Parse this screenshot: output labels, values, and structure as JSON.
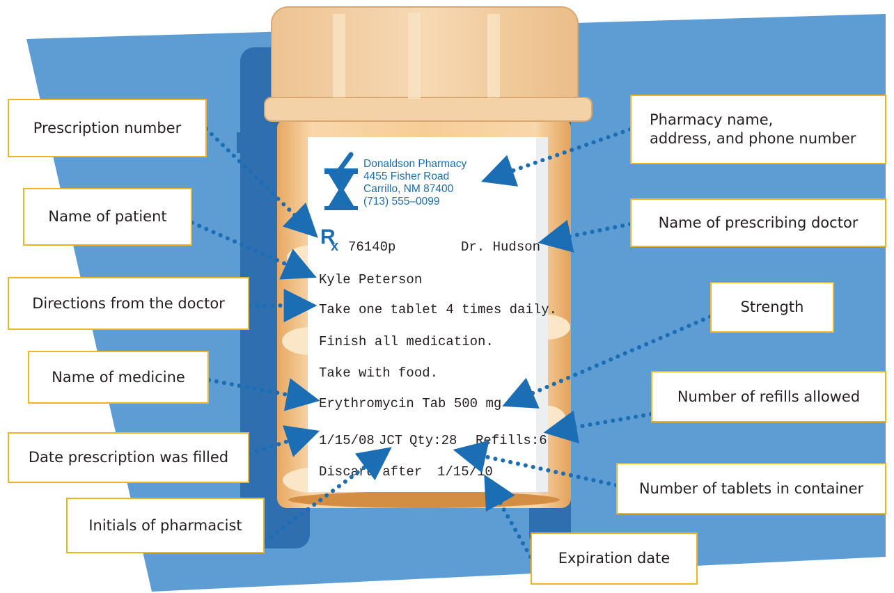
{
  "colors": {
    "background_panel": "#5d9dd4",
    "callout_border": "#f0b323",
    "pharmacy_text": "#1b6db4",
    "leader_dots": "#1b6db4",
    "bottle_cap": "#f3c99a",
    "bottle_body": "#f5c98e"
  },
  "pharmacy": {
    "logo_icon": "mortar-and-pestle-icon",
    "name": "Donaldson Pharmacy",
    "address": "4455 Fisher Road",
    "city": "Carrillo, NM 87400",
    "phone": "(713) 555–0099"
  },
  "label": {
    "rx_symbol": "Rx-symbol",
    "rx_number": "76140p",
    "doctor": "Dr. Hudson",
    "patient": "Kyle Peterson",
    "directions": [
      "Take one tablet 4 times daily.",
      "Finish all medication.",
      "Take with food."
    ],
    "medicine": "Erythromycin Tab 500 mg",
    "date": "1/15/08",
    "initials": "JCT",
    "qty": "Qty:28",
    "refills": "Refills:6",
    "discard": "Discard after",
    "discard_date": "1/15/10"
  },
  "callouts": {
    "prescription_number": "Prescription number",
    "name_of_patient": "Name of patient",
    "directions": "Directions from the doctor",
    "name_of_medicine": "Name of medicine",
    "date_filled": "Date prescription was filled",
    "initials": "Initials of pharmacist",
    "pharmacy": "Pharmacy name,\naddress, and phone number",
    "doctor": "Name of prescribing doctor",
    "strength": "Strength",
    "refills": "Number of refills allowed",
    "tablets": "Number of tablets in container",
    "expiration": "Expiration date"
  }
}
